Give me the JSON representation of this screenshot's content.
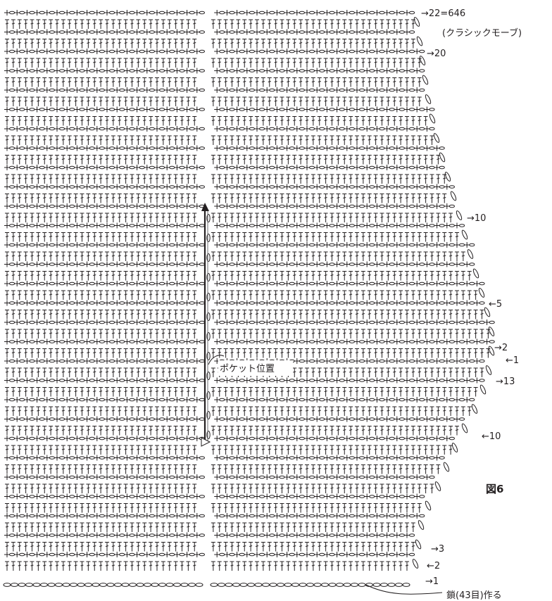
{
  "figure": {
    "label": "図6",
    "top_row_label": "→22=646",
    "top_row_sublabel": "(クラシックモーブ)",
    "base_label": "鎖(43目)作る",
    "pocket_label": "ポケット位置"
  },
  "row_labels": [
    {
      "id": "row-20",
      "text": "→20"
    },
    {
      "id": "row-10-upper",
      "text": "→10"
    },
    {
      "id": "row-5",
      "text": "←5"
    },
    {
      "id": "row-2-mid",
      "text": "→2"
    },
    {
      "id": "row-1-mid",
      "text": "←1"
    },
    {
      "id": "row-13",
      "text": "→13"
    },
    {
      "id": "row-10-lower",
      "text": "←10"
    },
    {
      "id": "row-3",
      "text": "→3"
    },
    {
      "id": "row-2-low",
      "text": "←2"
    },
    {
      "id": "row-1-low",
      "text": "→1"
    }
  ],
  "colors": {
    "ink": "#231f20",
    "background": "#ffffff"
  }
}
